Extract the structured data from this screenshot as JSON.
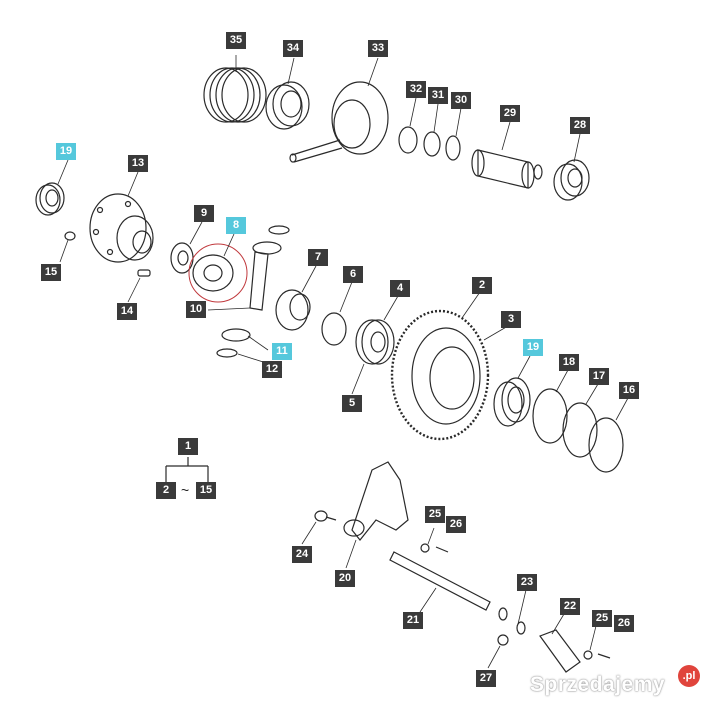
{
  "colors": {
    "callout_dark": "#3a3a3a",
    "callout_highlight": "#55c8dc",
    "highlight_ring": "#c0383c",
    "watermark_badge": "#e0443c"
  },
  "callouts": [
    {
      "id": "35",
      "text": "35",
      "style": "dark"
    },
    {
      "id": "34",
      "text": "34",
      "style": "dark"
    },
    {
      "id": "33",
      "text": "33",
      "style": "dark"
    },
    {
      "id": "32",
      "text": "32",
      "style": "dark"
    },
    {
      "id": "31",
      "text": "31",
      "style": "dark"
    },
    {
      "id": "30",
      "text": "30",
      "style": "dark"
    },
    {
      "id": "29",
      "text": "29",
      "style": "dark"
    },
    {
      "id": "28",
      "text": "28",
      "style": "dark"
    },
    {
      "id": "19a",
      "text": "19",
      "style": "highlight"
    },
    {
      "id": "13",
      "text": "13",
      "style": "dark"
    },
    {
      "id": "9",
      "text": "9",
      "style": "dark"
    },
    {
      "id": "8",
      "text": "8",
      "style": "highlight"
    },
    {
      "id": "15",
      "text": "15",
      "style": "dark"
    },
    {
      "id": "14",
      "text": "14",
      "style": "dark"
    },
    {
      "id": "10",
      "text": "10",
      "style": "dark"
    },
    {
      "id": "11",
      "text": "11",
      "style": "highlight"
    },
    {
      "id": "12",
      "text": "12",
      "style": "dark"
    },
    {
      "id": "7",
      "text": "7",
      "style": "dark"
    },
    {
      "id": "6",
      "text": "6",
      "style": "dark"
    },
    {
      "id": "4",
      "text": "4",
      "style": "dark"
    },
    {
      "id": "5",
      "text": "5",
      "style": "dark"
    },
    {
      "id": "2",
      "text": "2",
      "style": "dark"
    },
    {
      "id": "3",
      "text": "3",
      "style": "dark"
    },
    {
      "id": "19b",
      "text": "19",
      "style": "highlight"
    },
    {
      "id": "18",
      "text": "18",
      "style": "dark"
    },
    {
      "id": "17",
      "text": "17",
      "style": "dark"
    },
    {
      "id": "16",
      "text": "16",
      "style": "dark"
    },
    {
      "id": "1",
      "text": "1",
      "style": "dark"
    },
    {
      "id": "2b",
      "text": "2",
      "style": "dark"
    },
    {
      "id": "15b",
      "text": "15",
      "style": "dark"
    },
    {
      "id": "25",
      "text": "25",
      "style": "dark"
    },
    {
      "id": "26",
      "text": "26",
      "style": "dark"
    },
    {
      "id": "24",
      "text": "24",
      "style": "dark"
    },
    {
      "id": "20",
      "text": "20",
      "style": "dark"
    },
    {
      "id": "23",
      "text": "23",
      "style": "dark"
    },
    {
      "id": "21",
      "text": "21",
      "style": "dark"
    },
    {
      "id": "22",
      "text": "22",
      "style": "dark"
    },
    {
      "id": "25b",
      "text": "25",
      "style": "dark"
    },
    {
      "id": "26b",
      "text": "26",
      "style": "dark"
    },
    {
      "id": "27",
      "text": "27",
      "style": "dark"
    }
  ],
  "legend": {
    "tilde": "~"
  },
  "watermark": {
    "text": "Sprzedajemy",
    "badge": ".pl"
  }
}
